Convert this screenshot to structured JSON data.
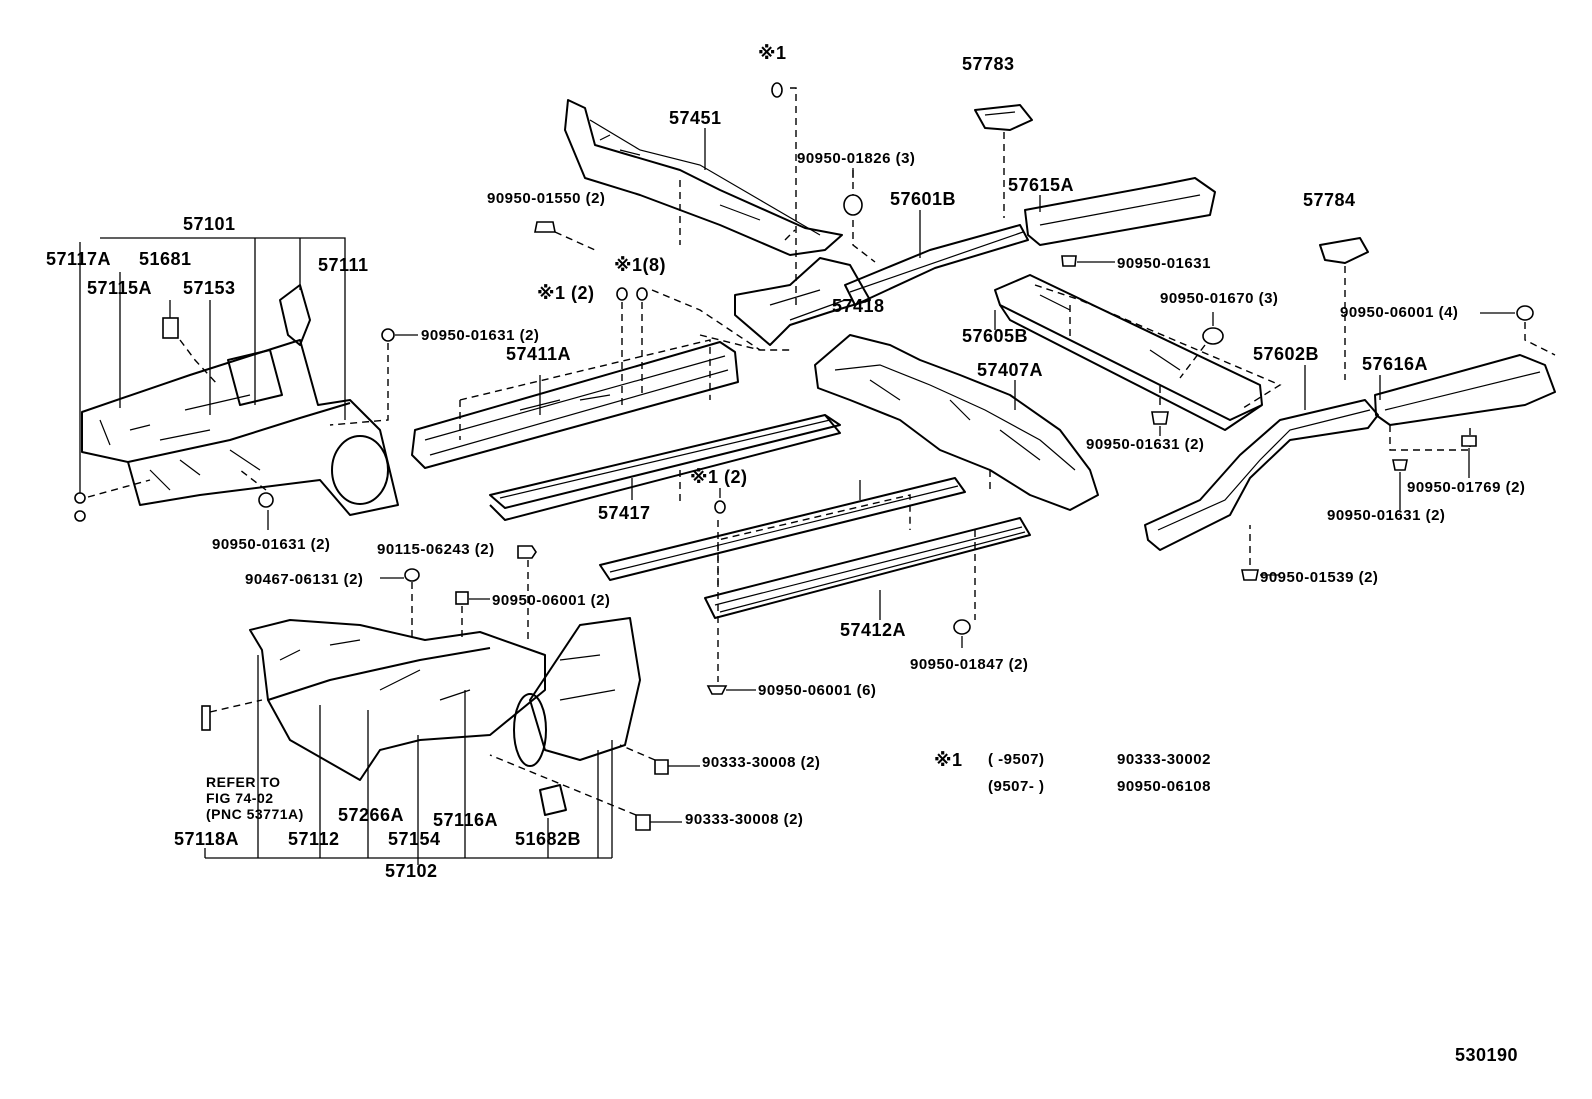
{
  "labels": {
    "p57117A": "57117A",
    "p57101": "57101",
    "p51681": "51681",
    "p57111": "57111",
    "p57115A": "57115A",
    "p57153": "57153",
    "p90950_01631_2_a": "90950-01631 (2)",
    "p90950_01631_2_b": "90950-01631 (2)",
    "p57451": "57451",
    "star1_top": "※1",
    "p90950_01826": "90950-01826 (3)",
    "p90950_01550": "90950-01550 (2)",
    "star1_8": "※1(8)",
    "star1_2a": "※1 (2)",
    "p57411A": "57411A",
    "p57417": "57417",
    "star1_2b": "※1 (2)",
    "p57418": "57418",
    "p57601B": "57601B",
    "p57783": "57783",
    "p57615A": "57615A",
    "p90950_01631_r": "90950-01631",
    "p90950_01670": "90950-01670 (3)",
    "p57605B": "57605B",
    "p57407A": "57407A",
    "p90950_01631_2_c": "90950-01631 (2)",
    "p57784": "57784",
    "p90950_06001_4": "90950-06001 (4)",
    "p57602B": "57602B",
    "p57616A": "57616A",
    "p90950_01769": "90950-01769 (2)",
    "p90950_01631_2_d": "90950-01631 (2)",
    "p90950_01539": "90950-01539 (2)",
    "p90115_06243": "90115-06243 (2)",
    "p90467_06131": "90467-06131 (2)",
    "p90950_06001_2": "90950-06001 (2)",
    "p57412A": "57412A",
    "p90950_01847": "90950-01847 (2)",
    "p90950_06001_6": "90950-06001 (6)",
    "p90333_30008_a": "90333-30008 (2)",
    "p90333_30008_b": "90333-30008 (2)",
    "refer1": "REFER TO",
    "refer2": "FIG 74-02",
    "refer3": "(PNC 53771A)",
    "p57118A": "57118A",
    "p57112": "57112",
    "p57266A": "57266A",
    "p57154": "57154",
    "p57116A": "57116A",
    "p51682B": "51682B",
    "p57102": "57102"
  },
  "footnote": {
    "mark": "※1",
    "row1_range": "(      -9507)",
    "row1_part": "90333-30002",
    "row2_range": "(9507-        )",
    "row2_part": "90950-06108"
  },
  "figure_number": "530190"
}
